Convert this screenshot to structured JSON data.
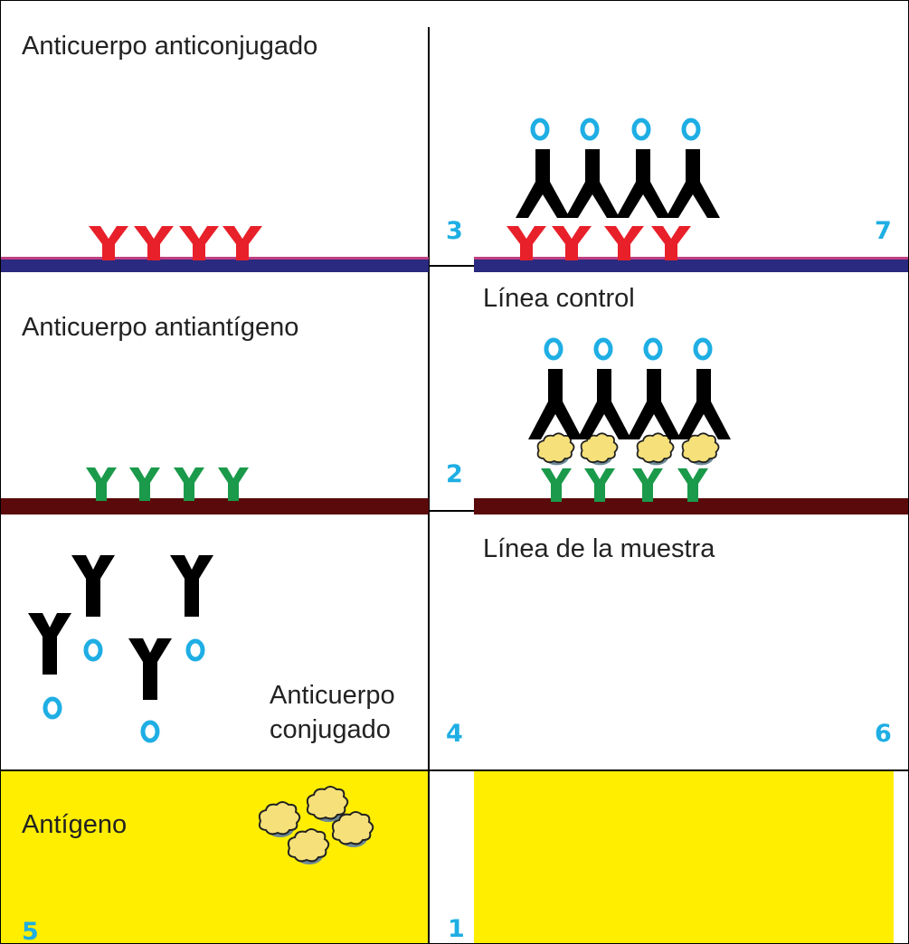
{
  "labels": {
    "anticonjugate_antibody": "Anticuerpo anticonjugado",
    "antiantigen_antibody": "Anticuerpo antiantígeno",
    "conjugated_antibody_line1": "Anticuerpo",
    "conjugated_antibody_line2": "conjugado",
    "antigen": "Antígeno",
    "control_line": "Línea control",
    "sample_line": "Línea de la muestra"
  },
  "numbers": {
    "n1": "1",
    "n2": "2",
    "n3": "3",
    "n4": "4",
    "n5": "5",
    "n6": "6",
    "n7": "7"
  },
  "colors": {
    "conjugate_marker": "#1eaee4",
    "anticonjugate_antibody": "#e8202a",
    "antiantigen_antibody": "#1a9a4a",
    "conjugated_antibody": "#000000",
    "antigen": "#f5e07a",
    "control_strip": "#2a2a80",
    "sample_strip": "#5a0a0a",
    "absorbent_pad": "#ffee00"
  }
}
